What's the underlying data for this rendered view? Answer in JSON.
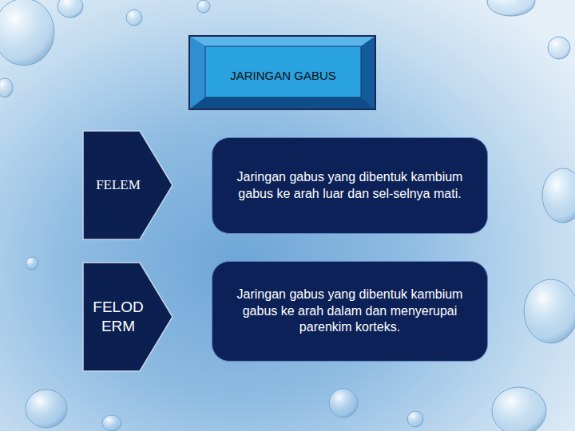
{
  "diagram": {
    "title": "JARINGAN GABUS",
    "nodes": [
      {
        "text": [
          "FELEM"
        ]
      },
      {
        "text": [
          "Jaringan gabus yang dibentuk kambium gabus ke arah luar dan sel-selnya mati."
        ]
      },
      {
        "text": [
          "FELOD ERM"
        ]
      },
      {
        "text": [
          "Jaringan gabus yang dibentuk kambium gabus ke arah dalam dan menyerupai parenkim korteks."
        ]
      }
    ]
  }
}
